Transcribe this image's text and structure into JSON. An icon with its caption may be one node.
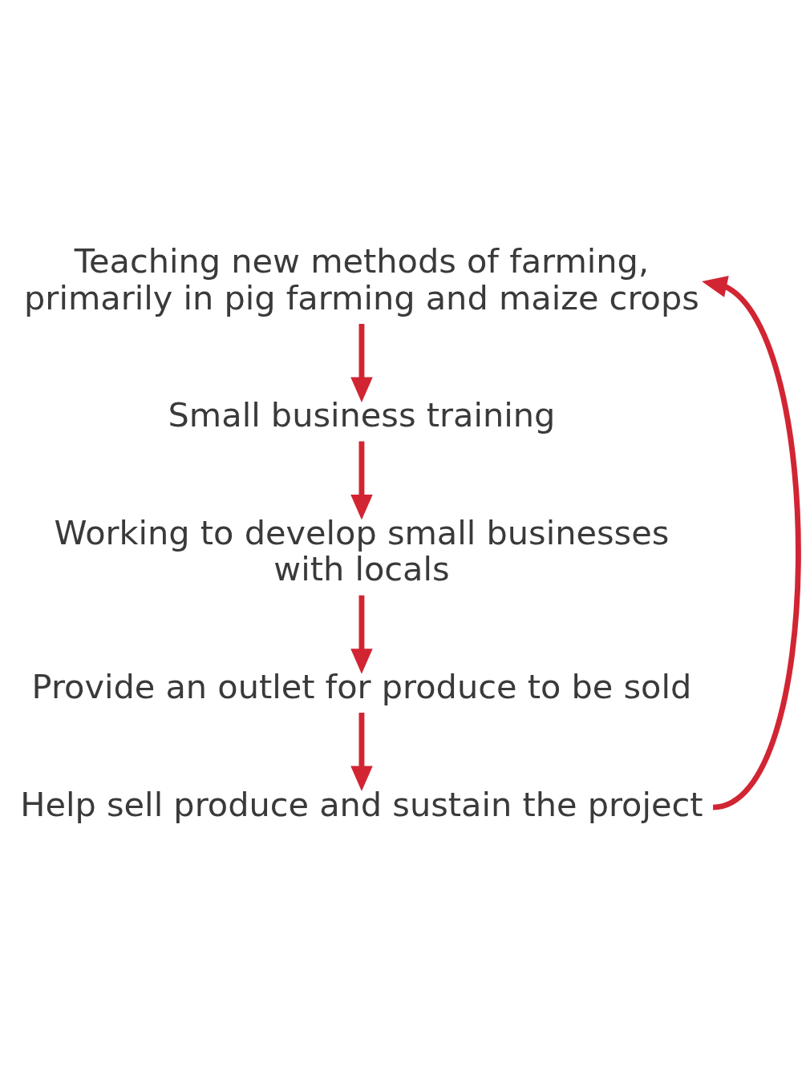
{
  "diagram": {
    "nodes": [
      {
        "text": [
          "Teaching new methods of farming, primarily in pig farming and maize crops"
        ]
      },
      {
        "text": [
          "Small business training"
        ]
      },
      {
        "text": [
          "Working to develop small businesses with locals"
        ]
      },
      {
        "text": [
          "Provide an outlet for produce to be sold"
        ]
      },
      {
        "text": [
          "Help sell produce and sustain the project"
        ]
      }
    ],
    "edges": [
      {
        "from": 0,
        "to": 1,
        "arrow": "to"
      },
      {
        "from": 1,
        "to": 2,
        "arrow": "to"
      },
      {
        "from": 2,
        "to": 3,
        "arrow": "to"
      },
      {
        "from": 3,
        "to": 4,
        "arrow": "to"
      },
      {
        "from": 4,
        "to": 0,
        "arrow": "to"
      }
    ]
  }
}
